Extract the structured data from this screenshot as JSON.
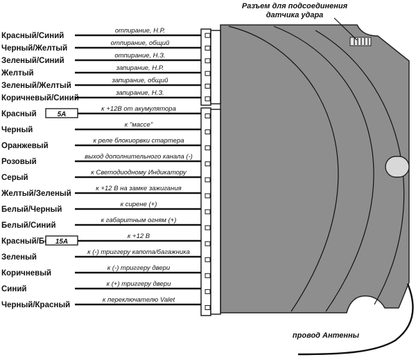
{
  "shock_sensor_note": [
    "Разъем для подсоединения",
    "датчика удара"
  ],
  "antenna_note": "провод Антенны",
  "group_top": [
    {
      "color": "Красный/Синий",
      "function": "отпирание, Н.Р."
    },
    {
      "color": "Черный/Желтый",
      "function": "отпирание, общий"
    },
    {
      "color": "Зеленый/Синий",
      "function": "отпирание, Н.З."
    },
    {
      "color": "Желтый",
      "function": "запирание, Н.Р."
    },
    {
      "color": "Зеленый/Желтый",
      "function": "запирание, общий"
    },
    {
      "color": "Коричневый/Синий",
      "function": "запирание, Н.З."
    }
  ],
  "group_bottom": [
    {
      "color": "Красный",
      "function": "к +12В от акумулятора",
      "fuse": "5А"
    },
    {
      "color": "Черный",
      "function": "к \"массе\""
    },
    {
      "color": "Оранжевый",
      "function": "к реле блокиорвки стартера"
    },
    {
      "color": "Розовый",
      "function": "выход дополнительного канала (-)"
    },
    {
      "color": "Серый",
      "function": "к Светодиодному Индикатору"
    },
    {
      "color": "Желтый/Зеленый",
      "function": "к +12 В на замке зажигания"
    },
    {
      "color": "Белый/Черный",
      "function": "к сирене (+)"
    },
    {
      "color": "Белый/Синий",
      "function": "к габаритным огням (+)"
    },
    {
      "color": "Красный/Белый",
      "function": "к +12 В",
      "fuse": "15А"
    },
    {
      "color": "Зеленый",
      "function": "к (-) триггеру капота/багажника"
    },
    {
      "color": "Коричневый",
      "function": "к (-) триггеру двери"
    },
    {
      "color": "Синий",
      "function": "к (+) триггеру двери"
    },
    {
      "color": "Черный/Красный",
      "function": "к переключателю Valet"
    }
  ]
}
